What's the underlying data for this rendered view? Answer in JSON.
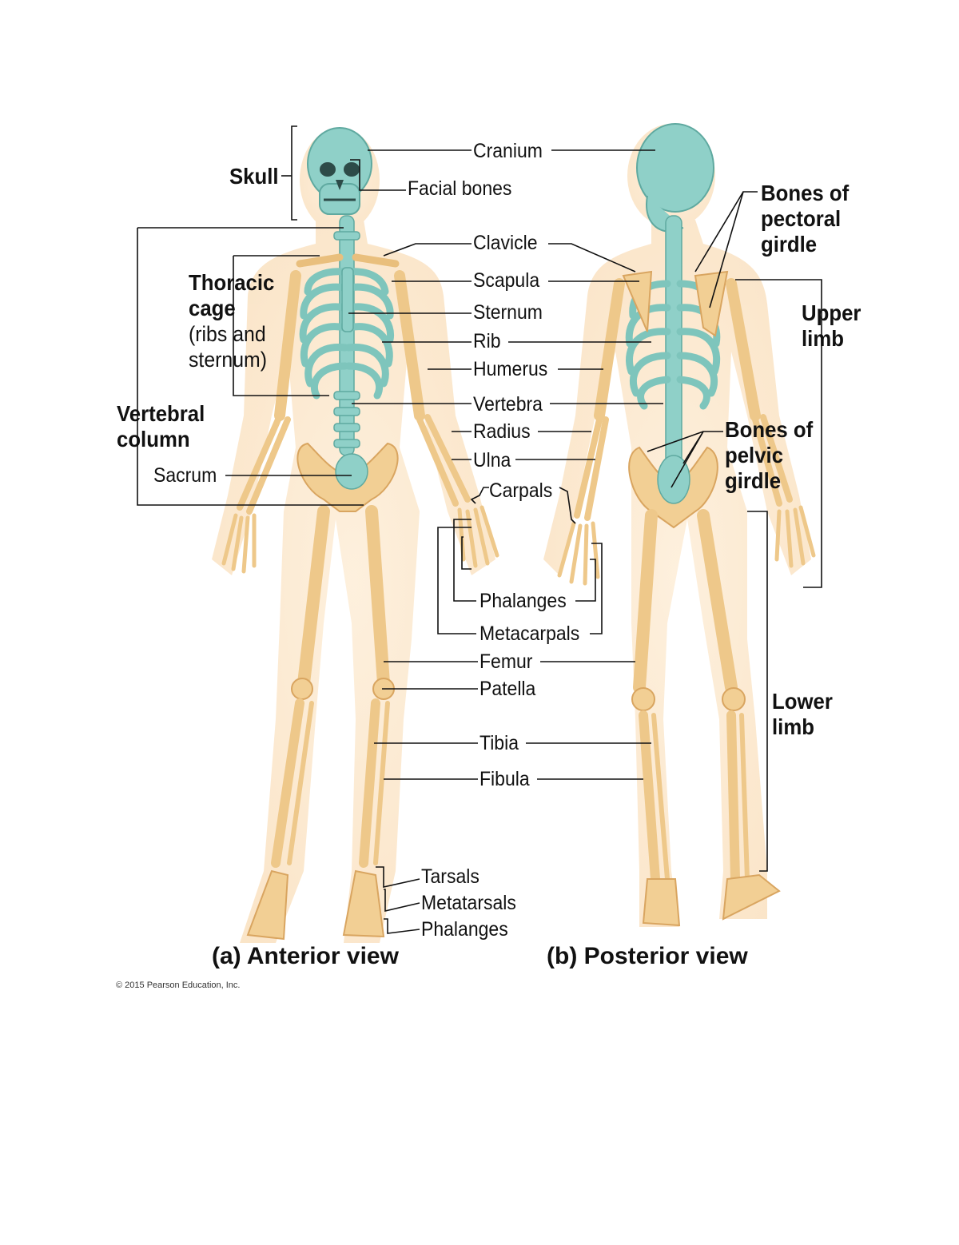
{
  "labels": {
    "cranium": "Cranium",
    "facial_bones": "Facial bones",
    "clavicle": "Clavicle",
    "scapula": "Scapula",
    "sternum": "Sternum",
    "rib": "Rib",
    "humerus": "Humerus",
    "vertebra": "Vertebra",
    "radius": "Radius",
    "ulna": "Ulna",
    "carpals": "Carpals",
    "phalanges_hand": "Phalanges",
    "metacarpals": "Metacarpals",
    "femur": "Femur",
    "patella": "Patella",
    "tibia": "Tibia",
    "fibula": "Fibula",
    "tarsals": "Tarsals",
    "metatarsals": "Metatarsals",
    "phalanges_foot": "Phalanges",
    "sacrum": "Sacrum"
  },
  "groups": {
    "skull": "Skull",
    "thoracic_cage_1": "Thoracic",
    "thoracic_cage_2": "cage",
    "thoracic_cage_3": "(ribs and",
    "thoracic_cage_4": "sternum)",
    "vertebral_column_1": "Vertebral",
    "vertebral_column_2": "column",
    "pectoral_girdle_1": "Bones of",
    "pectoral_girdle_2": "pectoral",
    "pectoral_girdle_3": "girdle",
    "upper_limb_1": "Upper",
    "upper_limb_2": "limb",
    "pelvic_girdle_1": "Bones of",
    "pelvic_girdle_2": "pelvic",
    "pelvic_girdle_3": "girdle",
    "lower_limb_1": "Lower",
    "lower_limb_2": "limb"
  },
  "captions": {
    "anterior": "(a) Anterior view",
    "posterior": "(b) Posterior view"
  },
  "copyright": "© 2015 Pearson Education, Inc.",
  "colors": {
    "axial_bone": "#8fd0c8",
    "axial_shade": "#5fa9a0",
    "appendicular_bone": "#f4d39b",
    "appendicular_shade": "#d9a560",
    "body_outline": "#fbe7cc",
    "leader_line": "#111111"
  }
}
